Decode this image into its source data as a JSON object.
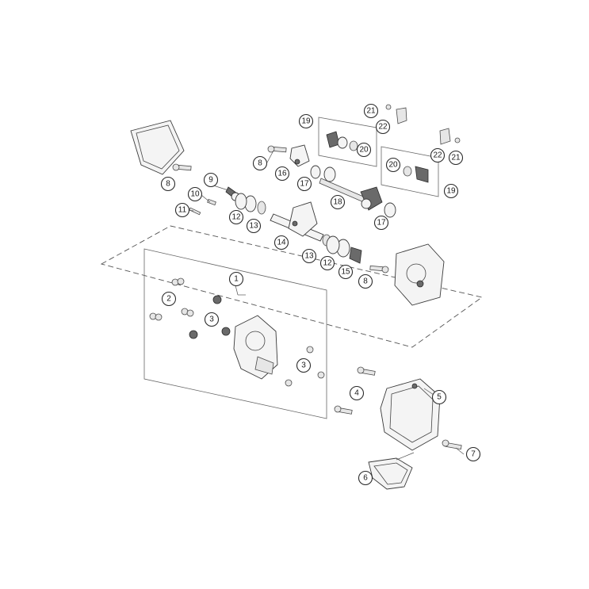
{
  "callouts": [
    {
      "id": "c1",
      "label": "1"
    },
    {
      "id": "c2",
      "label": "2"
    },
    {
      "id": "c3a",
      "label": "3"
    },
    {
      "id": "c3b",
      "label": "3"
    },
    {
      "id": "c4",
      "label": "4"
    },
    {
      "id": "c5",
      "label": "5"
    },
    {
      "id": "c6",
      "label": "6"
    },
    {
      "id": "c7",
      "label": "7"
    },
    {
      "id": "c8a",
      "label": "8"
    },
    {
      "id": "c8b",
      "label": "8"
    },
    {
      "id": "c8c",
      "label": "8"
    },
    {
      "id": "c9",
      "label": "9"
    },
    {
      "id": "c10",
      "label": "10"
    },
    {
      "id": "c11",
      "label": "11"
    },
    {
      "id": "c12a",
      "label": "12"
    },
    {
      "id": "c12b",
      "label": "12"
    },
    {
      "id": "c13a",
      "label": "13"
    },
    {
      "id": "c13b",
      "label": "13"
    },
    {
      "id": "c14",
      "label": "14"
    },
    {
      "id": "c15",
      "label": "15"
    },
    {
      "id": "c16",
      "label": "16"
    },
    {
      "id": "c17a",
      "label": "17"
    },
    {
      "id": "c17b",
      "label": "17"
    },
    {
      "id": "c18",
      "label": "18"
    },
    {
      "id": "c19a",
      "label": "19"
    },
    {
      "id": "c19b",
      "label": "19"
    },
    {
      "id": "c20a",
      "label": "20"
    },
    {
      "id": "c20b",
      "label": "20"
    },
    {
      "id": "c21a",
      "label": "21"
    },
    {
      "id": "c21b",
      "label": "21"
    },
    {
      "id": "c22a",
      "label": "22"
    },
    {
      "id": "c22b",
      "label": "22"
    }
  ]
}
